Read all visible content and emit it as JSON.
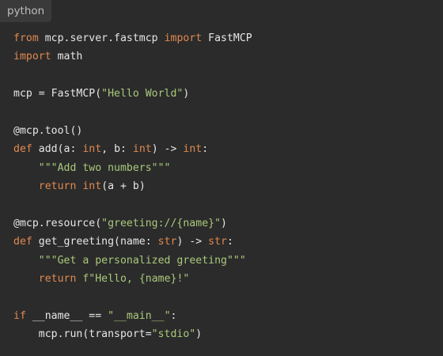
{
  "language_label": "python",
  "colors": {
    "background": "#2b2b2b",
    "keyword": "#e0894f",
    "string": "#a9c97b",
    "text": "#e6e6e6"
  },
  "code_lines": [
    [
      {
        "t": "kw",
        "v": "from"
      },
      {
        "t": "tx",
        "v": " mcp.server.fastmcp "
      },
      {
        "t": "kw",
        "v": "import"
      },
      {
        "t": "tx",
        "v": " FastMCP"
      }
    ],
    [
      {
        "t": "kw",
        "v": "import"
      },
      {
        "t": "tx",
        "v": " math"
      }
    ],
    [],
    [
      {
        "t": "tx",
        "v": "mcp = FastMCP("
      },
      {
        "t": "str",
        "v": "\"Hello World\""
      },
      {
        "t": "tx",
        "v": ")"
      }
    ],
    [],
    [
      {
        "t": "tx",
        "v": "@mcp.tool()"
      }
    ],
    [
      {
        "t": "kw",
        "v": "def"
      },
      {
        "t": "tx",
        "v": " add(a: "
      },
      {
        "t": "kw",
        "v": "int"
      },
      {
        "t": "tx",
        "v": ", b: "
      },
      {
        "t": "kw",
        "v": "int"
      },
      {
        "t": "tx",
        "v": ") -> "
      },
      {
        "t": "kw",
        "v": "int"
      },
      {
        "t": "tx",
        "v": ":"
      }
    ],
    [
      {
        "t": "tx",
        "v": "    "
      },
      {
        "t": "str",
        "v": "\"\"\"Add two numbers\"\"\""
      }
    ],
    [
      {
        "t": "tx",
        "v": "    "
      },
      {
        "t": "kw",
        "v": "return"
      },
      {
        "t": "tx",
        "v": " "
      },
      {
        "t": "kw",
        "v": "int"
      },
      {
        "t": "tx",
        "v": "(a + b)"
      }
    ],
    [],
    [
      {
        "t": "tx",
        "v": "@mcp.resource("
      },
      {
        "t": "str",
        "v": "\"greeting://{name}\""
      },
      {
        "t": "tx",
        "v": ")"
      }
    ],
    [
      {
        "t": "kw",
        "v": "def"
      },
      {
        "t": "tx",
        "v": " get_greeting(name: "
      },
      {
        "t": "kw",
        "v": "str"
      },
      {
        "t": "tx",
        "v": ") -> "
      },
      {
        "t": "kw",
        "v": "str"
      },
      {
        "t": "tx",
        "v": ":"
      }
    ],
    [
      {
        "t": "tx",
        "v": "    "
      },
      {
        "t": "str",
        "v": "\"\"\"Get a personalized greeting\"\"\""
      }
    ],
    [
      {
        "t": "tx",
        "v": "    "
      },
      {
        "t": "kw",
        "v": "return"
      },
      {
        "t": "tx",
        "v": " "
      },
      {
        "t": "str",
        "v": "f\"Hello, {name}!\""
      }
    ],
    [],
    [
      {
        "t": "kw",
        "v": "if"
      },
      {
        "t": "tx",
        "v": " __name__ == "
      },
      {
        "t": "str",
        "v": "\"__main__\""
      },
      {
        "t": "tx",
        "v": ":"
      }
    ],
    [
      {
        "t": "tx",
        "v": "    mcp.run(transport="
      },
      {
        "t": "str",
        "v": "\"stdio\""
      },
      {
        "t": "tx",
        "v": ")"
      }
    ]
  ]
}
